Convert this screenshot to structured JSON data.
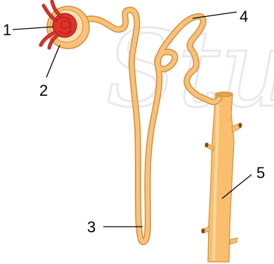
{
  "labels": {
    "n1": "1",
    "n2": "2",
    "n3": "3",
    "n4": "4",
    "n5": "5"
  },
  "watermark_text": "Stu",
  "colors": {
    "tubule_fill": "#f9c27a",
    "tubule_outline": "#d18f3b",
    "capsule_inner": "#fde0b0",
    "glomerulus": "#e0322a",
    "glomerulus_dark": "#a81f18",
    "duct_fill": "#f9bf6e",
    "duct_shadow": "#e4a14f"
  }
}
